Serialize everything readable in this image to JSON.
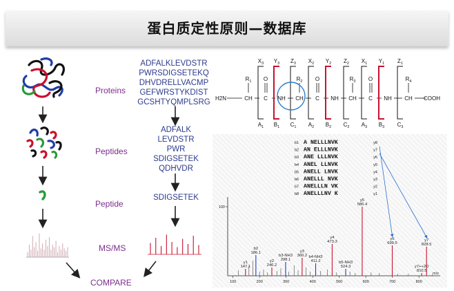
{
  "title": "蛋白质定性原则—数据库",
  "left_labels": {
    "proteins": "Proteins",
    "peptides": "Peptides",
    "peptide": "Peptide",
    "msms": "MS/MS",
    "compare": "COMPARE"
  },
  "protein_sequences": [
    "ADFALKLEVDSTR",
    "PWRSDIGSETEKQ",
    "DHVDRELLVACMP",
    "GEFWRSTYKDIST",
    "GCSHTYQMPLSRG"
  ],
  "peptide_sequences": [
    "ADFALK",
    "LEVDSTR",
    "PWR",
    "SDIGSETEK",
    "QDHVDR"
  ],
  "selected_peptide": "SDIGSETEK",
  "formula": {
    "top_ions": [
      {
        "l": "X",
        "s": "3"
      },
      {
        "l": "Y",
        "s": "3"
      },
      {
        "l": "Z",
        "s": "3"
      },
      {
        "l": "X",
        "s": "2"
      },
      {
        "l": "Y",
        "s": "2"
      },
      {
        "l": "Z",
        "s": "2"
      },
      {
        "l": "X",
        "s": "1"
      },
      {
        "l": "Y",
        "s": "1"
      },
      {
        "l": "Z",
        "s": "1"
      }
    ],
    "bottom_ions": [
      {
        "l": "A",
        "s": "1"
      },
      {
        "l": "B",
        "s": "1"
      },
      {
        "l": "C",
        "s": "1"
      },
      {
        "l": "A",
        "s": "2"
      },
      {
        "l": "B",
        "s": "2"
      },
      {
        "l": "C",
        "s": "2"
      },
      {
        "l": "A",
        "s": "3"
      },
      {
        "l": "B",
        "s": "3"
      },
      {
        "l": "C",
        "s": "3"
      }
    ],
    "r_groups": [
      {
        "l": "R",
        "s": "1"
      },
      {
        "l": "R",
        "s": "2"
      },
      {
        "l": "R",
        "s": "3"
      },
      {
        "l": "R",
        "s": "4"
      }
    ],
    "n_term": "H2N",
    "c_term": "COOH",
    "ch": "CH",
    "c": "C",
    "nh": "NH",
    "o": "O"
  },
  "fragment_table": [
    {
      "b": "b1",
      "seq": "A NELLLNVK",
      "y": "y8"
    },
    {
      "b": "b2",
      "seq": "AN ELLLNVK",
      "y": "y7"
    },
    {
      "b": "b3",
      "seq": "ANE LLLNVK",
      "y": "y6"
    },
    {
      "b": "b4",
      "seq": "ANEL LLNVK",
      "y": "y5"
    },
    {
      "b": "b5",
      "seq": "ANELL LNVK",
      "y": "y4"
    },
    {
      "b": "b6",
      "seq": "ANELLL NVK",
      "y": "y3"
    },
    {
      "b": "b7",
      "seq": "ANELLLN VK",
      "y": "y2"
    },
    {
      "b": "b8",
      "seq": "ANELLLNV K",
      "y": "y1"
    }
  ],
  "spectrum": {
    "x_axis": {
      "ticks": [
        100,
        200,
        300,
        400,
        500,
        600,
        700,
        800
      ],
      "label": "m/z",
      "range": [
        80,
        880
      ]
    },
    "y_axis": {
      "ticks": [
        100
      ],
      "range": [
        0,
        110
      ]
    },
    "peaks_labeled": [
      {
        "name": "y1",
        "mz": 147.1,
        "i": 10,
        "color": "#c8102e"
      },
      {
        "name": "b2",
        "mz": 186.1,
        "i": 30,
        "color": "#1a3cc8"
      },
      {
        "name": "y2",
        "mz": 246.2,
        "i": 12,
        "color": "#c8102e"
      },
      {
        "name": "b3-NH3",
        "mz": 298.1,
        "i": 20,
        "color": "#1a3cc8"
      },
      {
        "name": "y3",
        "mz": 360.2,
        "i": 26,
        "color": "#c8102e"
      },
      {
        "name": "b4-NH3",
        "mz": 411.2,
        "i": 18,
        "color": "#1a3cc8"
      },
      {
        "name": "y4",
        "mz": 473.3,
        "i": 46,
        "color": "#c8102e"
      },
      {
        "name": "b5-NH3",
        "mz": 524.3,
        "i": 10,
        "color": "#1a3cc8"
      },
      {
        "name": "y5",
        "mz": 586.4,
        "i": 100,
        "color": "#c8102e"
      },
      {
        "name": "y6",
        "mz": 699.5,
        "i": 44,
        "color": "#c8102e"
      },
      {
        "name": "y7",
        "mz": 828.5,
        "i": 42,
        "color": "#c8102e"
      },
      {
        "name": "y7++2O",
        "mz": 810.5,
        "i": 4,
        "color": "#c8102e"
      }
    ],
    "peaks_unlabeled": [
      {
        "mz": 120,
        "i": 8
      },
      {
        "mz": 160,
        "i": 14
      },
      {
        "mz": 175,
        "i": 22
      },
      {
        "mz": 200,
        "i": 6
      },
      {
        "mz": 215,
        "i": 9
      },
      {
        "mz": 230,
        "i": 5
      },
      {
        "mz": 265,
        "i": 7
      },
      {
        "mz": 280,
        "i": 11
      },
      {
        "mz": 310,
        "i": 6
      },
      {
        "mz": 330,
        "i": 15
      },
      {
        "mz": 345,
        "i": 8
      },
      {
        "mz": 375,
        "i": 12
      },
      {
        "mz": 390,
        "i": 6
      },
      {
        "mz": 430,
        "i": 7
      },
      {
        "mz": 455,
        "i": 9
      },
      {
        "mz": 490,
        "i": 5
      },
      {
        "mz": 540,
        "i": 6
      },
      {
        "mz": 560,
        "i": 4
      },
      {
        "mz": 620,
        "i": 5
      },
      {
        "mz": 650,
        "i": 4
      },
      {
        "mz": 720,
        "i": 3
      },
      {
        "mz": 760,
        "i": 3
      },
      {
        "mz": 850,
        "i": 2
      }
    ]
  },
  "msms_red_bars": [
    0.55,
    0.8,
    0.4,
    0.95,
    0.6,
    0.35,
    0.75,
    0.5,
    0.9,
    0.45
  ],
  "msms_gray_peaks": [
    0.2,
    0.5,
    0.3,
    0.85,
    0.4,
    0.6,
    0.25,
    0.95,
    0.35,
    0.55,
    0.3,
    0.7,
    0.45,
    0.8,
    0.3,
    0.5,
    0.4,
    0.65,
    0.2,
    0.45,
    0.3,
    0.55,
    0.35,
    0.25,
    0.4
  ]
}
